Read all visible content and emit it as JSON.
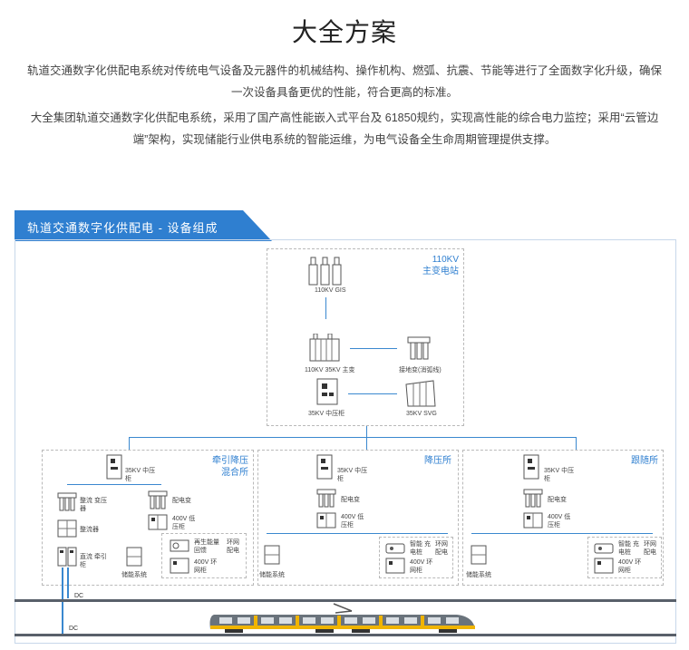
{
  "header": {
    "title": "大全方案",
    "paragraph1": "轨道交通数字化供配电系统对传统电气设备及元器件的机械结构、操作机构、燃弧、抗震、节能等进行了全面数字化升级，确保一次设备具备更优的性能，符合更高的标准。",
    "paragraph2": "大全集团轨道交通数字化供配电系统，采用了国产高性能嵌入式平台及 61850规约，实现高性能的综合电力监控；采用“云管边端”架构，实现储能行业供电系统的智能运维，为电气设备全生命周期管理提供支撑。"
  },
  "diagram": {
    "panel_title": "轨道交通数字化供配电 - 设备组成",
    "main_station": {
      "label_line1": "110KV",
      "label_line2": "主变电站",
      "gis": "110KV GIS",
      "transformer": "110KV 35KV 主变",
      "grounding": "接地变(消弧线)",
      "switchgear": "35KV 中压柜",
      "svg": "35KV SVG"
    },
    "traction": {
      "label_line1": "牵引降压",
      "label_line2": "混合所",
      "switchgear": "35KV 中压柜",
      "rectifier_trans": "整流 变压器",
      "rectifier": "整流器",
      "dc_switch": "直流 牵引柜",
      "dist_trans": "配电变",
      "lv_cabinet": "400V 低压柜",
      "energy_feedback": "再生能量回馈",
      "ring_network": "环网 配电",
      "lv_cabinet2": "400V 环网柜",
      "energy": "储能系统"
    },
    "step_down": {
      "label": "降压所",
      "switchgear": "35KV 中压柜",
      "dist_trans": "配电变",
      "lv_cabinet": "400V 低压柜",
      "energy": "储能系统",
      "charging": "智能 充电桩",
      "ring": "环网 配电",
      "lv_cabinet2": "400V 环网柜"
    },
    "follow": {
      "label": "跟随所",
      "switchgear": "35KV 中压柜",
      "dist_trans": "配电变",
      "lv_cabinet": "400V 低压柜",
      "energy": "储能系统",
      "charging": "智能 充电桩",
      "ring": "环网 配电",
      "lv_cabinet2": "400V 环网柜"
    },
    "dc_top": "DC",
    "dc_bottom": "DC"
  },
  "colors": {
    "accent": "#2f7fd0",
    "tab": "#2f7fd0",
    "line": "#3a88cf",
    "track": "#59606a",
    "train_body": "#6a737c",
    "train_stripe": "#f0b400"
  }
}
